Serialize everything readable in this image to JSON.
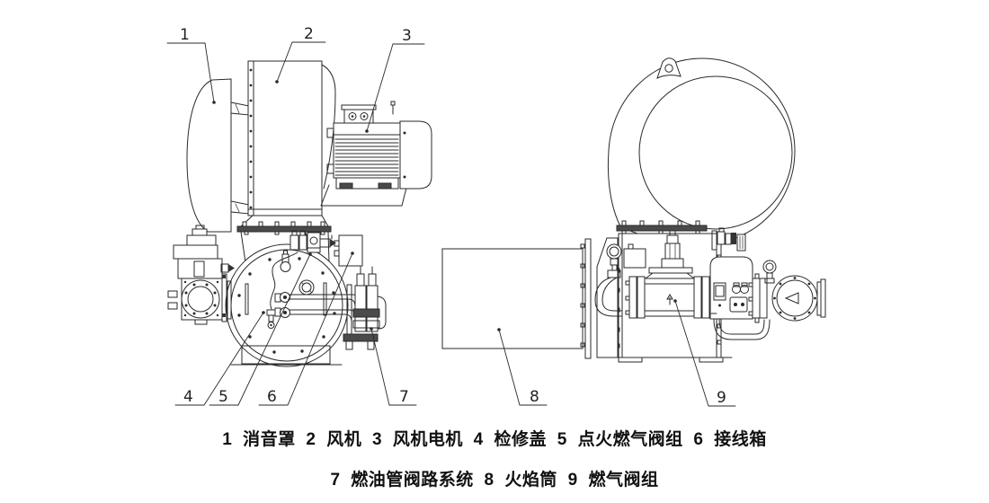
{
  "figure": {
    "type": "technical-line-drawing",
    "subject": "burner assembly two views with part callouts",
    "background": "#ffffff",
    "line_color": "#2a2a2a"
  },
  "callouts": [
    {
      "num": "1",
      "part": "消音罩"
    },
    {
      "num": "2",
      "part": "风机"
    },
    {
      "num": "3",
      "part": "风机电机"
    },
    {
      "num": "4",
      "part": "检修盖"
    },
    {
      "num": "5",
      "part": "点火燃气阀组"
    },
    {
      "num": "6",
      "part": "接线箱"
    },
    {
      "num": "7",
      "part": "燃油管阀路系统"
    },
    {
      "num": "8",
      "part": "火焰筒"
    },
    {
      "num": "9",
      "part": "燃气阀组"
    }
  ],
  "legend": {
    "line1": "1 消音罩 2 风机 3 风机电机 4 检修盖 5 点火燃气阀组 6 接线箱",
    "line2": "7 燃油管阀路系统 8 火焰筒  9 燃气阀组"
  }
}
